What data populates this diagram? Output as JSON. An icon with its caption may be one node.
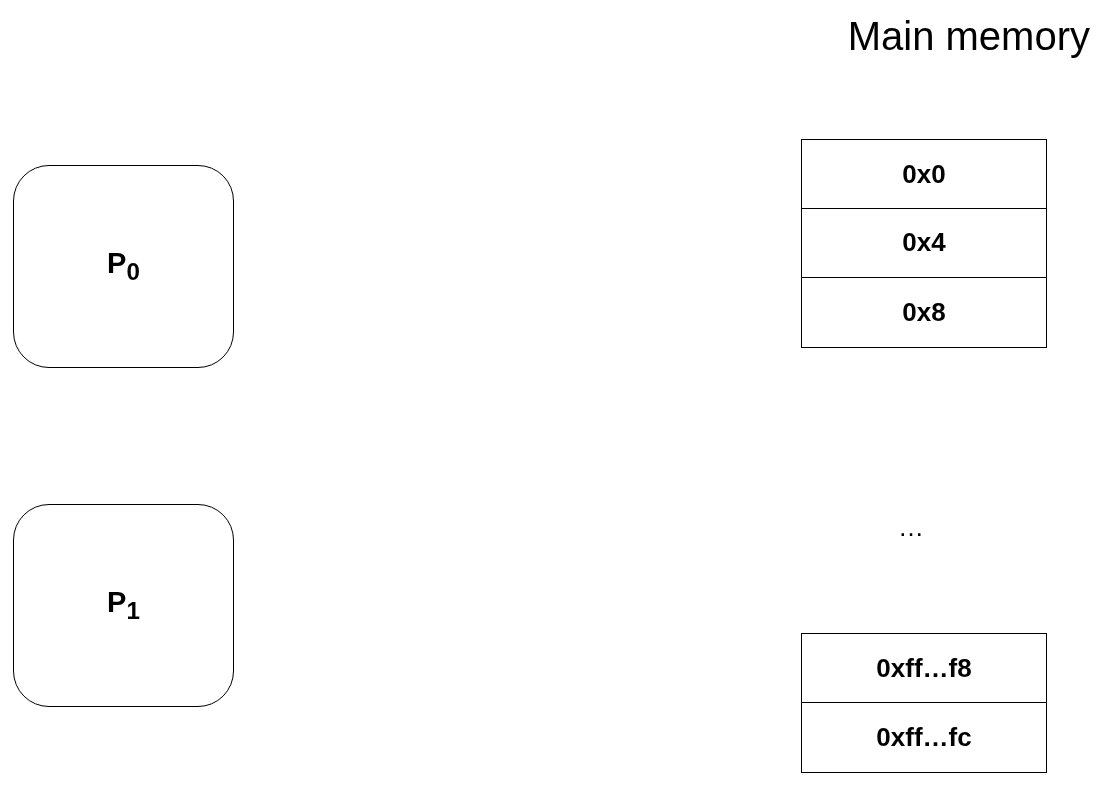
{
  "diagram": {
    "title": "Main memory",
    "nodes": [
      {
        "text": [
          "P$_{0}$"
        ]
      },
      {
        "text": [
          "0x0"
        ]
      },
      {
        "text": [
          "0x4"
        ]
      },
      {
        "text": [
          "0x8"
        ]
      },
      {
        "text": [
          "P$_{1}$"
        ]
      },
      {
        "text": [
          "0xff…f8"
        ]
      },
      {
        "text": [
          "0xff…fc"
        ]
      }
    ],
    "edges": [],
    "labels": [
      "…"
    ]
  }
}
